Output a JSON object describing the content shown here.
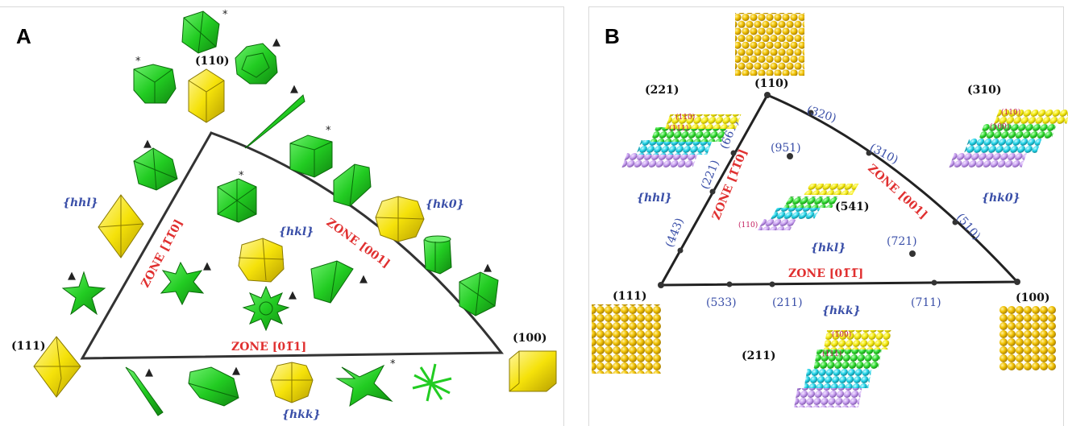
{
  "panel_a": {
    "label": "A",
    "vertices": {
      "v110": "(110)",
      "v111": "(111)",
      "v100": "(100)"
    },
    "families": {
      "hhl": "{hhl}",
      "hk0": "{hk0}",
      "hkl": "{hkl}",
      "hkk": "{hkk}"
    },
    "zones": {
      "z1": "ZONE [1̅1̅0]",
      "z2": "ZONE [001]",
      "z3": "ZONE [01̅1]"
    },
    "markers": {
      "star": "*",
      "triangle": "▲"
    }
  },
  "panel_b": {
    "label": "B",
    "vertices": {
      "v110": "(110)",
      "v111": "(111)",
      "v100": "(100)"
    },
    "surfaces": {
      "s221": "(221)",
      "s310": "(310)",
      "s541": "(541)",
      "s211": "(211)"
    },
    "families": {
      "hhl": "{hhl}",
      "hk0": "{hk0}",
      "hkl": "{hkl}",
      "hkk": "{hkk}"
    },
    "zones": {
      "z1": "ZONE [1̅1̅0]",
      "z2": "ZONE [001]",
      "z3": "ZONE [01̅1̅]"
    },
    "edge_points": {
      "p320": "(320)",
      "p310": "(310)",
      "p510": "(510)",
      "p661": "(661)",
      "p221": "(221)",
      "p443": "(443)",
      "p533": "(533)",
      "p211": "(211)",
      "p711": "(711)"
    },
    "interior_points": {
      "p951": "(951)",
      "p721": "(721)"
    },
    "step_labels": {
      "t110": "(110)",
      "t111": "(111)",
      "t100": "(100)"
    }
  },
  "colors": {
    "crystal_green": "#22cc22",
    "crystal_yellow": "#f5e20a",
    "zone_red": "#e03030",
    "family_blue": "#3a4fa8",
    "atom_gold": "#e8b400",
    "atom_cyan": "#22d4e8",
    "atom_violet": "#c8a0f0"
  }
}
